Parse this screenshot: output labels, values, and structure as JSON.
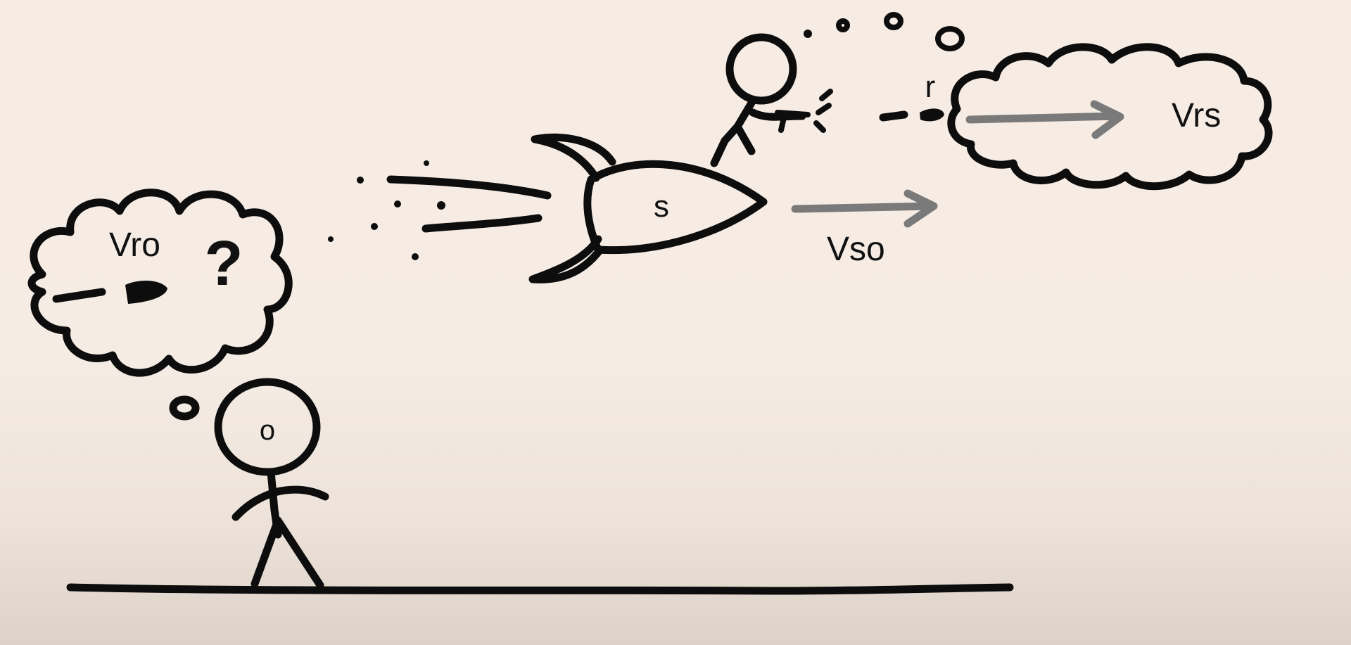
{
  "labels": {
    "observer": "o",
    "ship": "s",
    "rock": "r",
    "velocity_rock_observer": "Vro",
    "velocity_ship_observer": "Vso",
    "velocity_rock_ship": "Vrs",
    "question_mark": "?"
  },
  "colors": {
    "ink": "#0d0d0d",
    "arrow": "#7a7a7a",
    "paper": "#f6ece4"
  }
}
